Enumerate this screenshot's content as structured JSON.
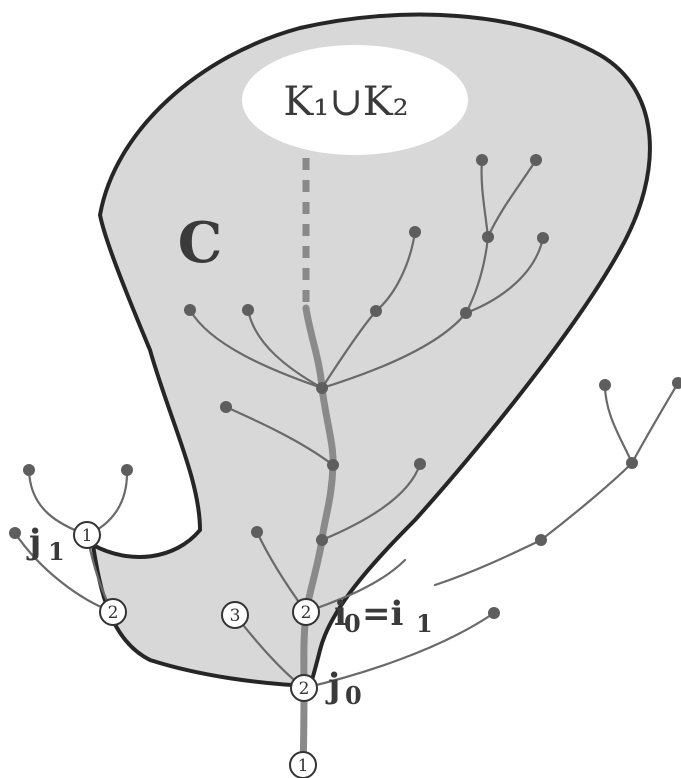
{
  "colors": {
    "background": "#ffffff",
    "region_fill": "#d8d8d8",
    "region_stroke": "#262626",
    "hole_fill": "#ffffff",
    "trunk": "#8a8a8a",
    "branch": "#6a6a6a",
    "node": "#5e5e5e",
    "label": "#3a3a3a"
  },
  "labels": {
    "hole": "K₁∪K₂",
    "region": "C",
    "j1": "j",
    "j1_sub": "1",
    "i0": "i",
    "i0_sub": "0",
    "eq": "=i",
    "i1_sub": "1",
    "j0": "j",
    "j0_sub": "0"
  },
  "circled_numbers": {
    "bottom": "1",
    "j0_node": "2",
    "i0_node": "2",
    "left_three": "3",
    "left_two": "2",
    "j1_node": "1"
  },
  "icons": {
    "dashed_trunk": "dashed-line-icon",
    "node_dot": "filled-circle-icon"
  }
}
